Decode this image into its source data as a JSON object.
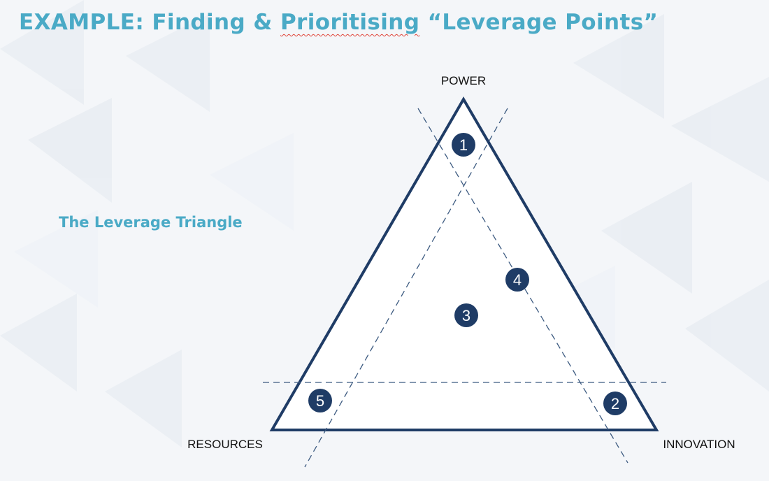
{
  "title": {
    "prefix": "EXAMPLE: Finding & ",
    "misspelled_word": "Prioritising",
    "suffix": "  “Leverage Points”"
  },
  "subtitle": "The Leverage Triangle",
  "vertices": {
    "top": "POWER",
    "left": "RESOURCES",
    "right": "INNOVATION"
  },
  "points": [
    {
      "id": "1",
      "label": "1"
    },
    {
      "id": "2",
      "label": "2"
    },
    {
      "id": "3",
      "label": "3"
    },
    {
      "id": "4",
      "label": "4"
    },
    {
      "id": "5",
      "label": "5"
    }
  ],
  "colors": {
    "title": "#4aaac6",
    "triangle_stroke": "#1f3c66",
    "marker_fill": "#1f3c66",
    "marker_text": "#ffffff",
    "dashed_line": "#3c5a80",
    "background": "#f4f6f9"
  }
}
